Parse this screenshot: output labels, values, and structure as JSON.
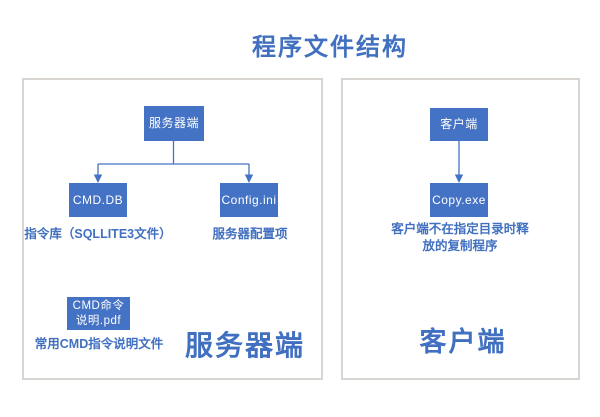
{
  "title": "程序文件结构",
  "colors": {
    "accent_blue": "#4472C4",
    "title_blue": "#4170C0",
    "box_text": "#FFFFFF",
    "panel_border": "#D8D5D1",
    "background": "#FFFFFF"
  },
  "server_panel": {
    "root_box_label": "服务器端",
    "children": [
      {
        "box_label": "CMD.DB",
        "caption": "指令库（SQLLITE3文件）"
      },
      {
        "box_label": "Config.ini",
        "caption": "服务器配置项"
      }
    ],
    "pdf_box": {
      "lines": [
        "CMD命令",
        "说明.pdf"
      ],
      "caption": "常用CMD指令说明文件"
    },
    "panel_label": "服务器端"
  },
  "client_panel": {
    "root_box_label": "客户端",
    "child_box_label": "Copy.exe",
    "caption_lines": [
      "客户端不在指定目录时释",
      "放的复制程序"
    ],
    "panel_label": "客户端"
  }
}
